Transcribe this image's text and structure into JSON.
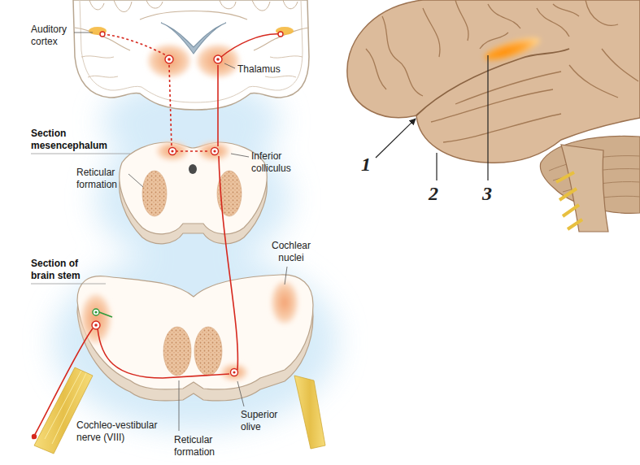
{
  "diagram": {
    "labels": [
      "Auditory cortex",
      "Thalamus",
      "Section mesencephalum",
      "Reticular formation",
      "Inferior colliculus",
      "Section of brain stem",
      "Cochlear nuclei",
      "Reticular formation",
      "Cochleo-vestibular nerve (VIII)",
      "Superior olive",
      "1",
      "2",
      "3"
    ]
  }
}
